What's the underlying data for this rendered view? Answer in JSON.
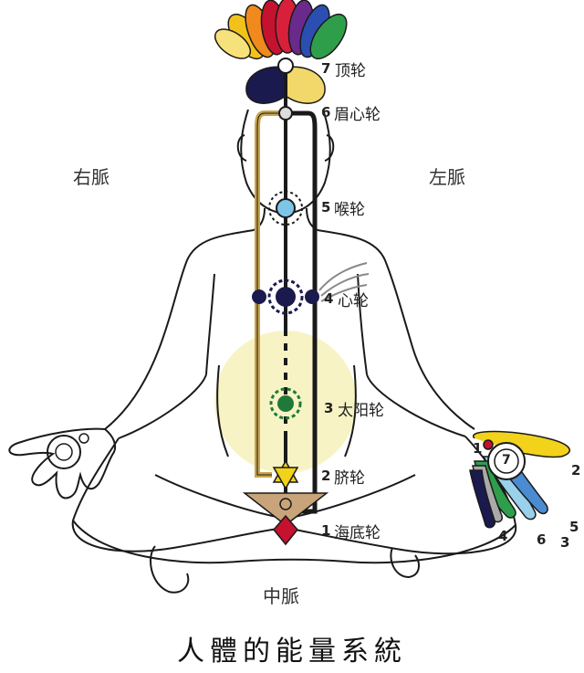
{
  "title": "人體的能量系統",
  "channels": {
    "right": "右脈",
    "left": "左脈",
    "center": "中脈"
  },
  "chakras": [
    {
      "number": "7",
      "name": "顶轮"
    },
    {
      "number": "6",
      "name": "眉心轮"
    },
    {
      "number": "5",
      "name": "喉轮"
    },
    {
      "number": "4",
      "name": "心轮"
    },
    {
      "number": "3",
      "name": "太阳轮"
    },
    {
      "number": "2",
      "name": "脐轮"
    },
    {
      "number": "1",
      "name": "海底轮"
    }
  ],
  "hand": {
    "palm_number": "7",
    "finger_numbers": [
      "1",
      "2",
      "3",
      "4",
      "5",
      "6"
    ]
  },
  "colors": {
    "outline": "#1a1a1a",
    "solar_glow": "#f7f3c4",
    "sushumna_gold": "#c9a44a",
    "heart_navy": "#1b1a4e",
    "throat_blue": "#7ec6e8",
    "solar_green": "#1f7a3a",
    "navel_yellow": "#f2d21b",
    "root_red": "#c4122f"
  }
}
